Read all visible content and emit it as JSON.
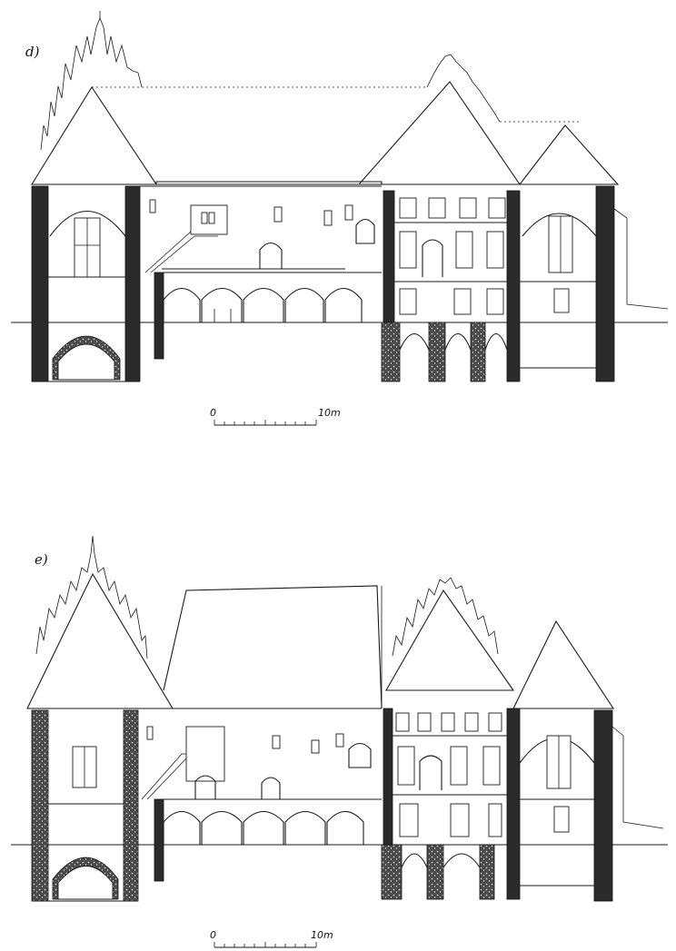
{
  "panels": [
    {
      "id": "d",
      "label": "d)",
      "scale": {
        "start": "0",
        "end": "10m"
      }
    },
    {
      "id": "e",
      "label": "e)",
      "scale": {
        "start": "0",
        "end": "10m"
      }
    }
  ]
}
